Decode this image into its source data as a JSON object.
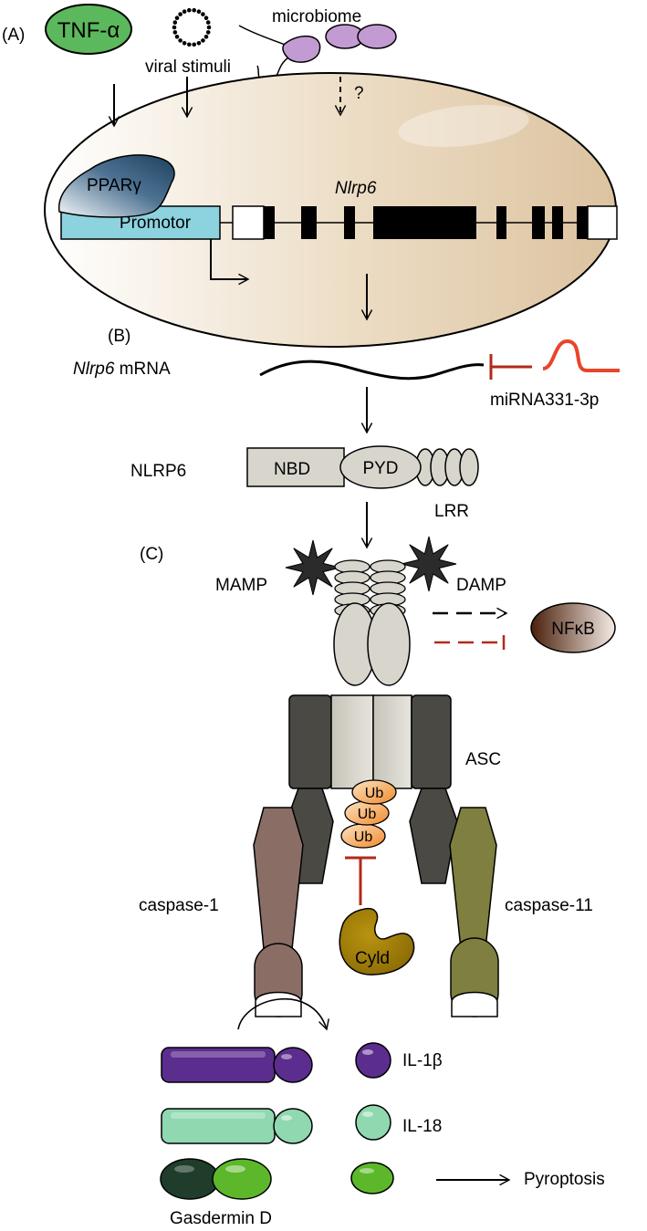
{
  "panels": {
    "a": "(A)",
    "b": "(B)",
    "c": "(C)"
  },
  "stimuli": {
    "tnf": "TNF-α",
    "viral": "viral stimuli",
    "microbiome": "microbiome",
    "unknown": "?"
  },
  "gene": {
    "name": "Nlrp6",
    "ppar": "PPARγ",
    "promotor": "Promotor"
  },
  "mrna": {
    "name_italic": "Nlrp6",
    "name_rest": " mRNA",
    "mirna": "miRNA331-3p"
  },
  "protein": {
    "name": "NLRP6",
    "nbd": "NBD",
    "pyd": "PYD",
    "lrr": "LRR"
  },
  "inflammasome": {
    "mamp": "MAMP",
    "damp": "DAMP",
    "nfkb": "NFκB",
    "asc": "ASC",
    "ub": [
      "Ub",
      "Ub",
      "Ub"
    ],
    "cyld": "Cyld",
    "caspase1": "caspase-1",
    "caspase11": "caspase-11"
  },
  "products": {
    "il1b": "IL-1β",
    "il18": "IL-18",
    "gasdermin": "Gasdermin D",
    "pyroptosis": "Pyroptosis"
  },
  "colors": {
    "tnf": "#5cb85c",
    "promotor": "#8dd3df",
    "ppar": "#2a4d6e",
    "microbe": "#c39bd3",
    "mirna": "#e8452a",
    "inhibit": "#b22a1a",
    "il1b": "#5b2d8e",
    "il18": "#8fd8b0",
    "gasdermin_dark": "#1f3d2a",
    "gasdermin_light": "#5cb82a",
    "asc_dark": "#4a4944",
    "asc_light": "#d7d5cc",
    "casp1": "#8a6e66",
    "casp11": "#7f8040",
    "cyld": "#9a7a10",
    "ub": "#f4a460"
  },
  "icons": [
    "virus-icon",
    "microbe-icon",
    "mamp-star-icon",
    "damp-star-icon"
  ]
}
